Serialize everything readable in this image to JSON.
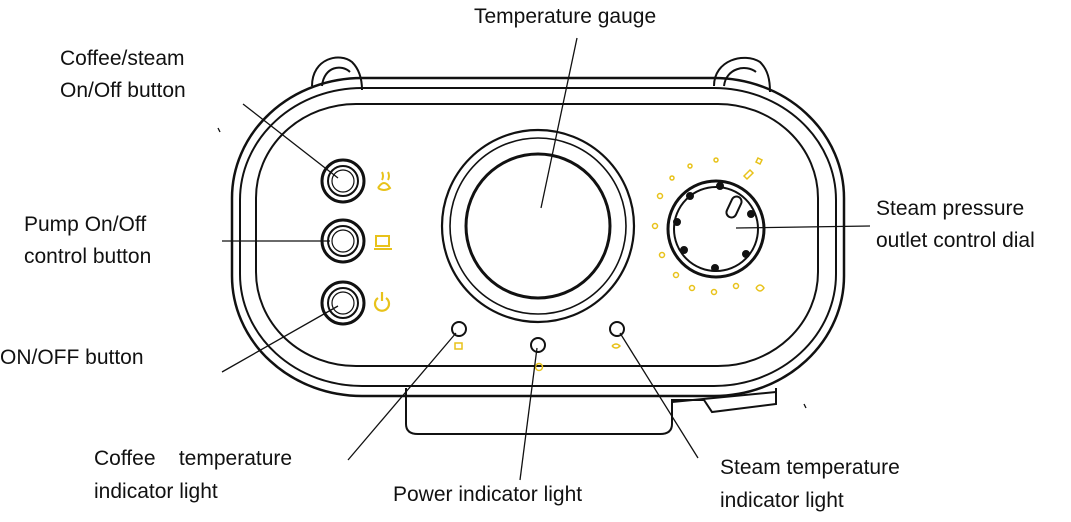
{
  "labels": {
    "temperature_gauge": "Temperature gauge",
    "coffee_steam_button_l1": "Coffee/steam",
    "coffee_steam_button_l2": "On/Off button",
    "pump_button_l1": "Pump On/Off",
    "pump_button_l2": "control button",
    "on_off_button": "ON/OFF button",
    "steam_dial_l1": "Steam pressure",
    "steam_dial_l2": "outlet control dial",
    "coffee_temp_light_l1": "Coffee    temperature",
    "coffee_temp_light_l2": "indicator light",
    "power_light": "Power indicator light",
    "steam_temp_light_l1": "Steam temperature",
    "steam_temp_light_l2": "indicator light"
  },
  "colors": {
    "outline": "#111111",
    "icon_accent": "#e8c21a"
  },
  "icons": [
    "coffee-steam-icon",
    "coffee-cup-icon",
    "power-icon"
  ]
}
